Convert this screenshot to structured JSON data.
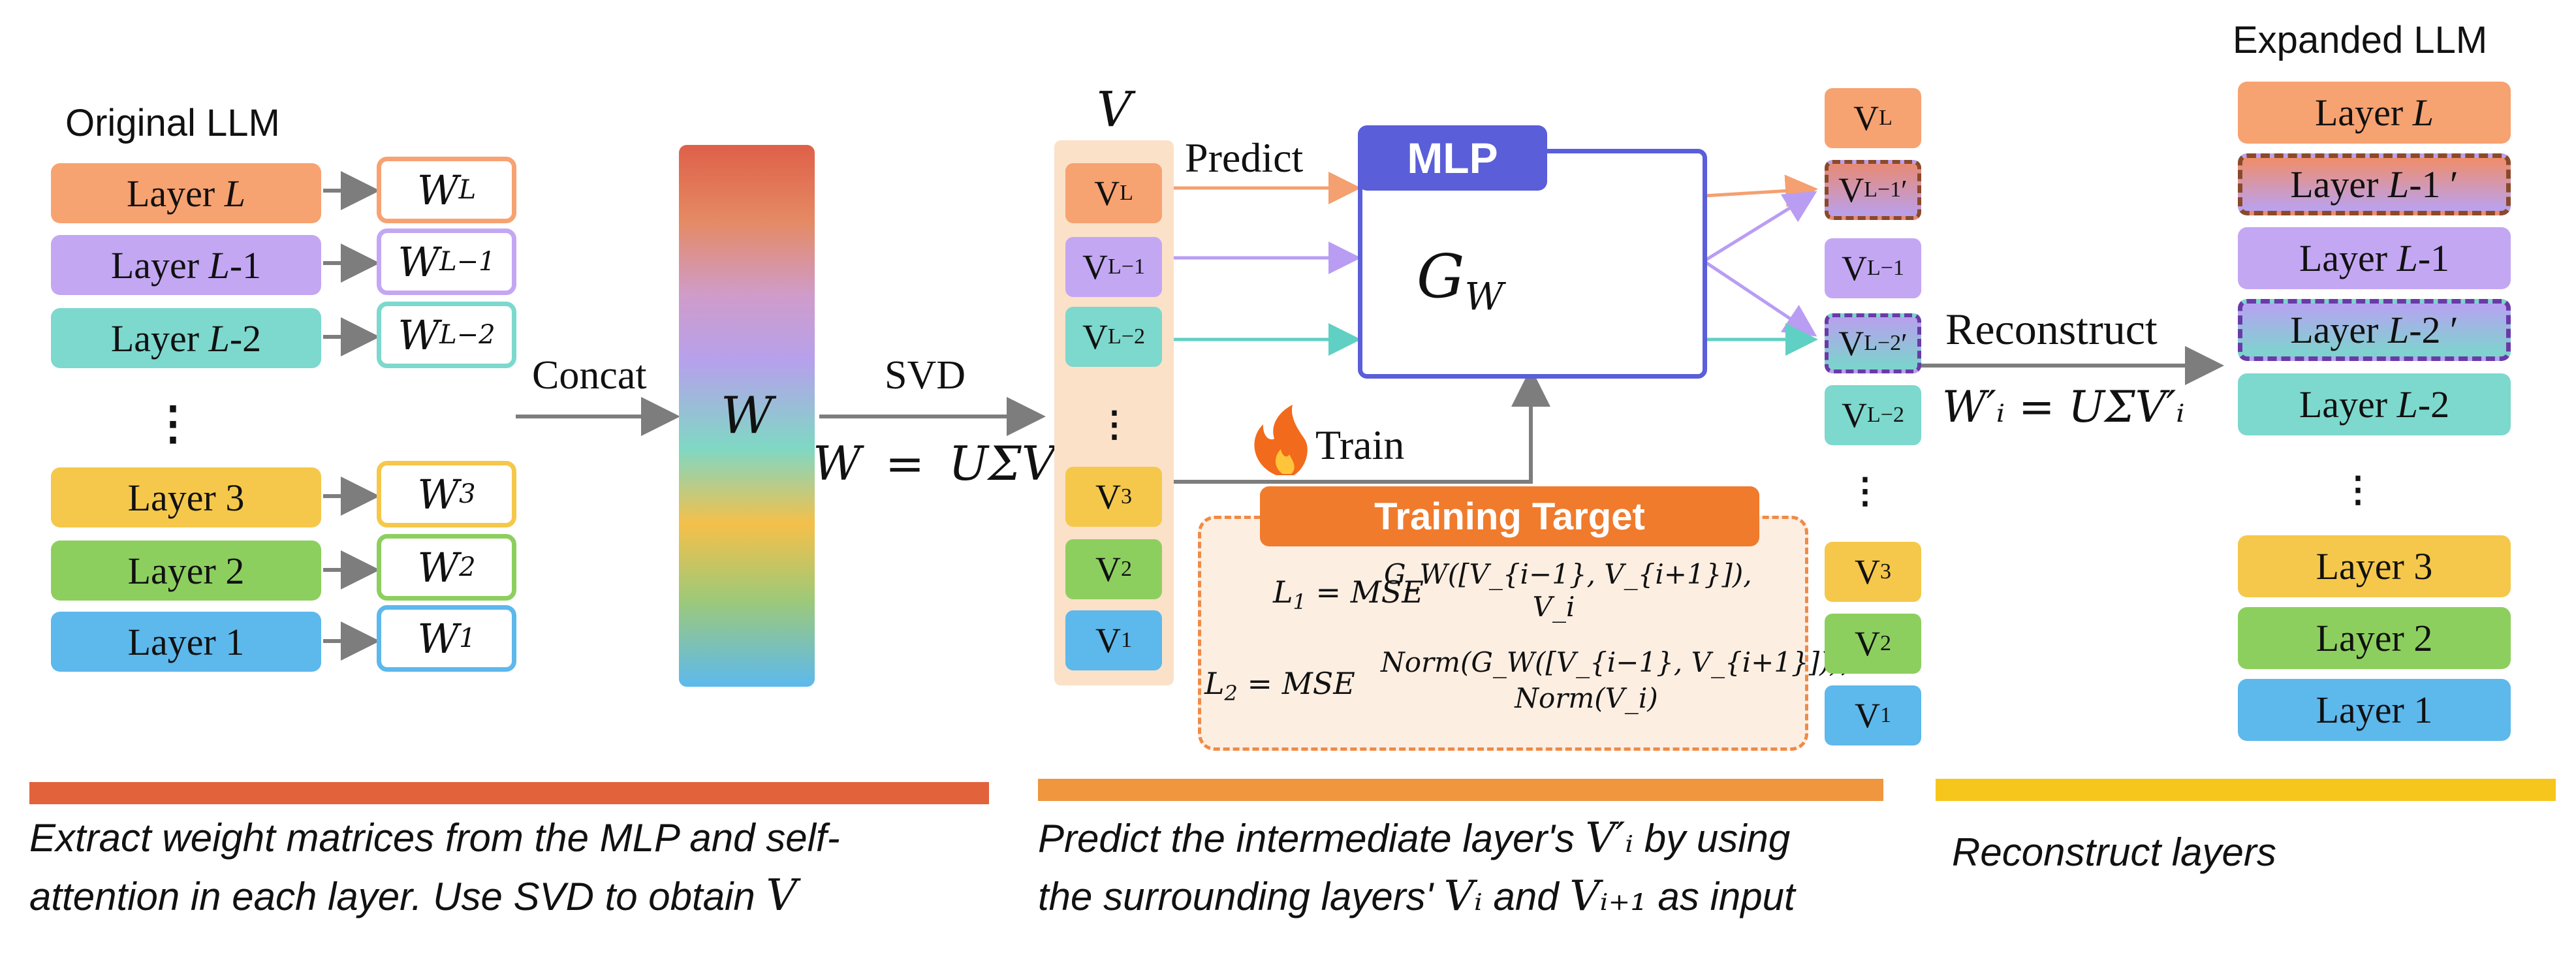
{
  "colors": {
    "layerL": "#f7a271",
    "layerL1": "#c3a7f3",
    "layerL2": "#7dd8cd",
    "layer3": "#f5c84b",
    "layer2": "#8dcf5f",
    "layer1": "#5db8ec",
    "mlpBlue": "#5a5ed9",
    "trainingOrange": "#f07b2c",
    "barRed": "#e2623c",
    "barOrange": "#f0963e",
    "barYellow": "#f7c61c"
  },
  "left": {
    "title": "Original LLM",
    "layers": [
      {
        "prefix": "Layer ",
        "var": "L",
        "suffix": ""
      },
      {
        "prefix": "Layer ",
        "var": "L",
        "suffix": "-1"
      },
      {
        "prefix": "Layer ",
        "var": "L",
        "suffix": "-2"
      },
      {
        "prefix": "Layer 3",
        "var": "",
        "suffix": ""
      },
      {
        "prefix": "Layer 2",
        "var": "",
        "suffix": ""
      },
      {
        "prefix": "Layer 1",
        "var": "",
        "suffix": ""
      }
    ],
    "weights": [
      {
        "base": "W",
        "sub": "L"
      },
      {
        "base": "W",
        "sub": "L−1"
      },
      {
        "base": "W",
        "sub": "L−2"
      },
      {
        "base": "W",
        "sub": "3"
      },
      {
        "base": "W",
        "sub": "2"
      },
      {
        "base": "W",
        "sub": "1"
      }
    ],
    "dots": "⋮"
  },
  "concat": {
    "label": "Concat",
    "matrix": "W"
  },
  "svd": {
    "label": "SVD",
    "eq_lhs": "W",
    "eq_eq": "=",
    "eq_rhs": "UΣV"
  },
  "vcolumn": {
    "title": "V",
    "items": [
      {
        "base": "V",
        "sub": "L"
      },
      {
        "base": "V",
        "sub": "L−1"
      },
      {
        "base": "V",
        "sub": "L−2"
      },
      {
        "base": "V",
        "sub": "3"
      },
      {
        "base": "V",
        "sub": "2"
      },
      {
        "base": "V",
        "sub": "1"
      }
    ],
    "dots": "⋮"
  },
  "predict_label": "Predict",
  "train_label": "Train",
  "fire_icon": "fire-icon",
  "mlp": {
    "title": "MLP",
    "g": "G",
    "g_sub": "W",
    "icon": "neural-network-icon"
  },
  "training": {
    "title": "Training Target",
    "l1_lhs": "L",
    "l1_sub": "1",
    "l1_eq": "= MSE",
    "l1_top": "G_W([V_{i−1}, V_{i+1}]),",
    "l1_bot": "V_i",
    "l2_lhs": "L",
    "l2_sub": "2",
    "l2_eq": "= MSE",
    "l2_top": "Norm(G_W([V_{i−1}, V_{i+1}])),",
    "l2_bot": "Norm(V_i)"
  },
  "output": {
    "items": [
      {
        "base": "V",
        "sub": "L",
        "prime": ""
      },
      {
        "base": "V",
        "sub": "L−1",
        "prime": "′"
      },
      {
        "base": "V",
        "sub": "L−1",
        "prime": ""
      },
      {
        "base": "V",
        "sub": "L−2",
        "prime": "′"
      },
      {
        "base": "V",
        "sub": "L−2",
        "prime": ""
      },
      {
        "base": "V",
        "sub": "3",
        "prime": ""
      },
      {
        "base": "V",
        "sub": "2",
        "prime": ""
      },
      {
        "base": "V",
        "sub": "1",
        "prime": ""
      }
    ],
    "dots": "⋮"
  },
  "reconstruct": {
    "label": "Reconstruct",
    "eq": "W′ᵢ = UΣV′ᵢ"
  },
  "right": {
    "title": "Expanded LLM",
    "layers": [
      {
        "prefix": "Layer ",
        "var": "L",
        "suffix": ""
      },
      {
        "prefix": "Layer ",
        "var": "L",
        "suffix": "-1 ′"
      },
      {
        "prefix": "Layer ",
        "var": "L",
        "suffix": "-1"
      },
      {
        "prefix": "Layer ",
        "var": "L",
        "suffix": "-2 ′"
      },
      {
        "prefix": "Layer ",
        "var": "L",
        "suffix": "-2"
      },
      {
        "prefix": "Layer 3",
        "var": "",
        "suffix": ""
      },
      {
        "prefix": "Layer 2",
        "var": "",
        "suffix": ""
      },
      {
        "prefix": "Layer 1",
        "var": "",
        "suffix": ""
      }
    ],
    "dots": "⋮"
  },
  "captions": {
    "c1_line1": "Extract weight matrices from the MLP and self-",
    "c1_line2": "attention in each layer. Use SVD to obtain ",
    "c1_var": "V",
    "c2_line1a": "Predict the intermediate layer's ",
    "c2_var1": "V′ᵢ",
    "c2_line1b": " by using",
    "c2_line2a": "the surrounding layers' ",
    "c2_var2": "Vᵢ",
    "c2_and": " and ",
    "c2_var3": "Vᵢ₊₁",
    "c2_line2b": " as input",
    "c3": "Reconstruct layers"
  }
}
